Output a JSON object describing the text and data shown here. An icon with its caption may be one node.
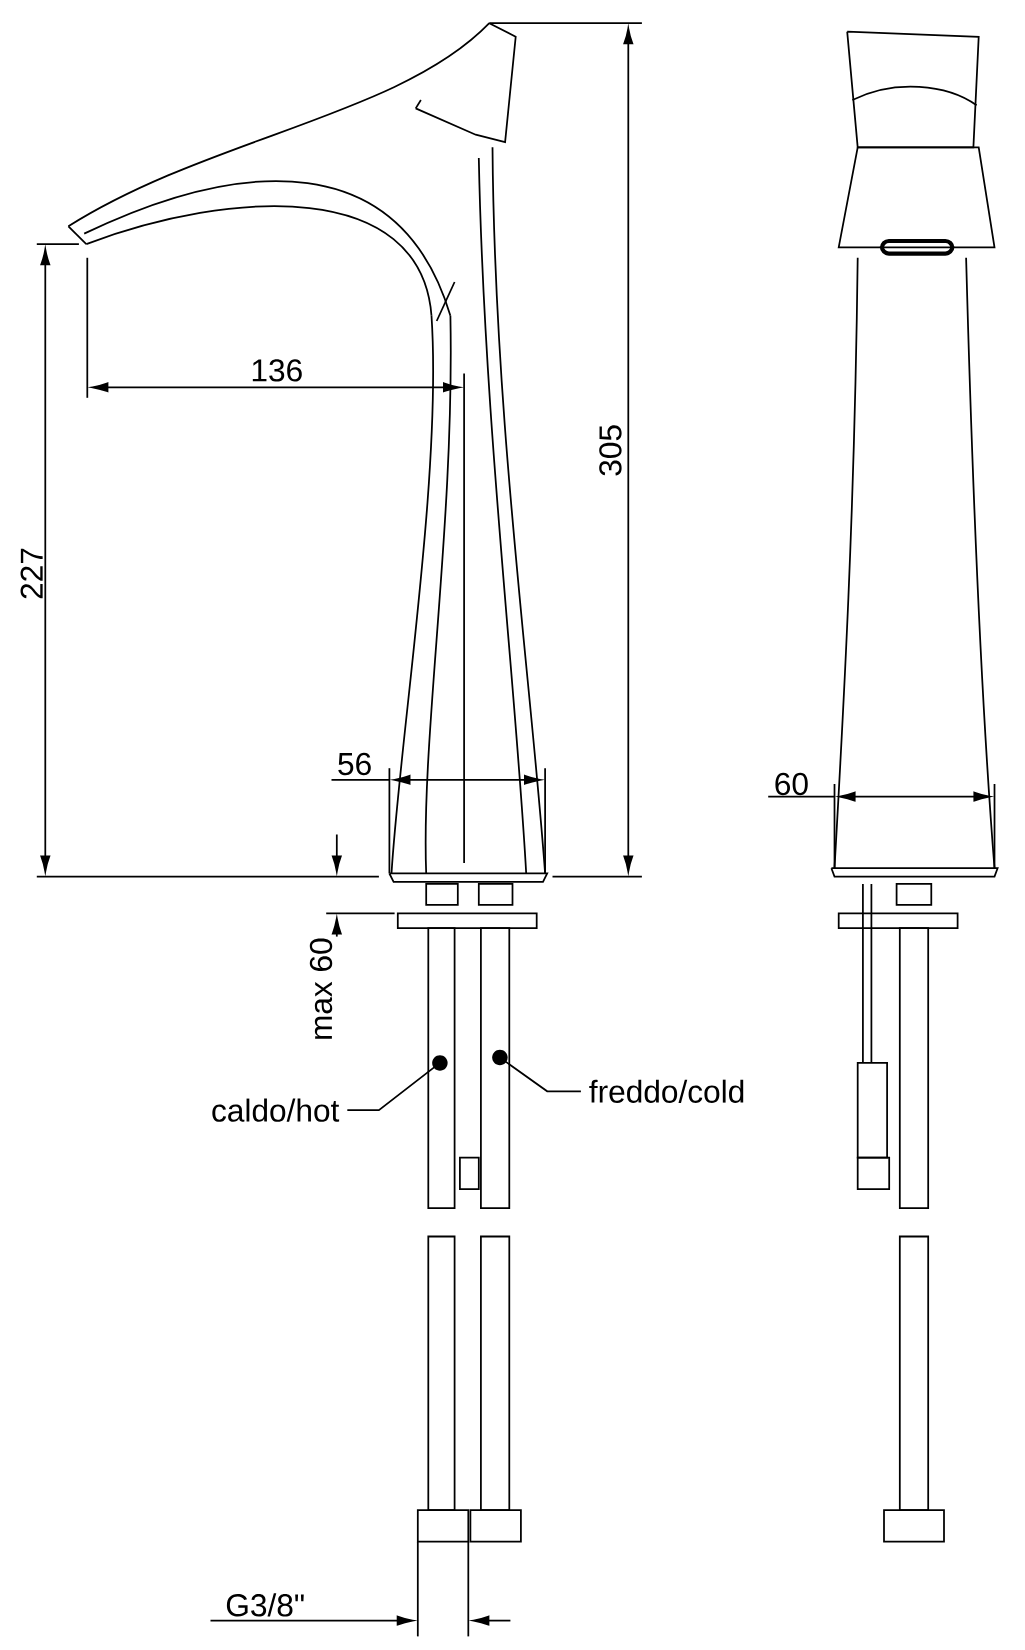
{
  "diagram": {
    "nodes": [
      {
        "text": [
          "caldo/hot"
        ]
      },
      {
        "text": [
          "freddo/cold"
        ]
      }
    ],
    "edges": [
      {
        "from": 0,
        "to": null,
        "arrow": "other"
      },
      {
        "from": 1,
        "to": null,
        "arrow": "other"
      }
    ],
    "labels": [
      "136",
      "305",
      "227",
      "56",
      "60",
      "max 60",
      "G3/8\""
    ]
  }
}
